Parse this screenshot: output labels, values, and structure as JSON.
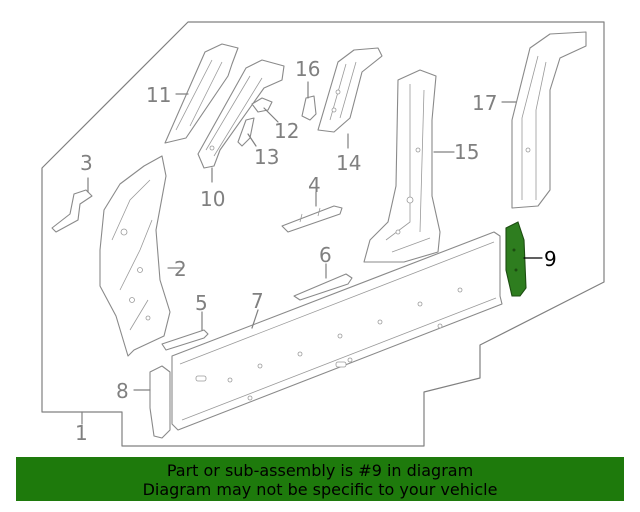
{
  "diagram": {
    "callouts": [
      {
        "id": "1",
        "label": "1"
      },
      {
        "id": "2",
        "label": "2"
      },
      {
        "id": "3",
        "label": "3"
      },
      {
        "id": "4",
        "label": "4"
      },
      {
        "id": "5",
        "label": "5"
      },
      {
        "id": "6",
        "label": "6"
      },
      {
        "id": "7",
        "label": "7"
      },
      {
        "id": "8",
        "label": "8"
      },
      {
        "id": "9",
        "label": "9",
        "highlighted": true
      },
      {
        "id": "10",
        "label": "10"
      },
      {
        "id": "11",
        "label": "11"
      },
      {
        "id": "12",
        "label": "12"
      },
      {
        "id": "13",
        "label": "13"
      },
      {
        "id": "14",
        "label": "14"
      },
      {
        "id": "15",
        "label": "15"
      },
      {
        "id": "16",
        "label": "16"
      },
      {
        "id": "17",
        "label": "17"
      }
    ],
    "colors": {
      "highlight": "#2e7d1f",
      "line": "#808080"
    }
  },
  "footer": {
    "line1": "Part or sub-assembly is #9 in diagram",
    "line2": "Diagram may not be specific to your vehicle",
    "background": "#1e7a0c"
  }
}
